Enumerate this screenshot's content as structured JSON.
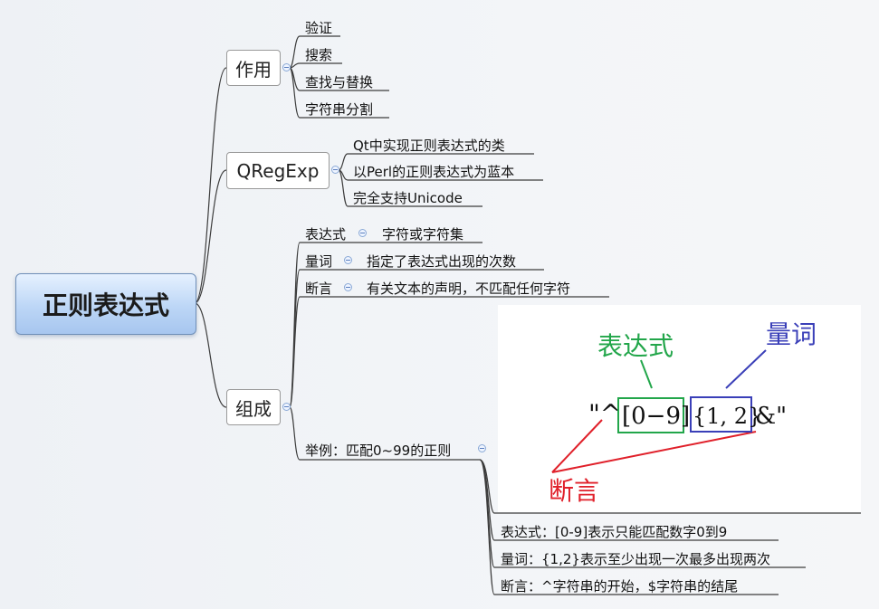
{
  "root": {
    "label": "正则表达式"
  },
  "branches": {
    "zuoyong": {
      "label": "作用",
      "items": [
        "验证",
        "搜索",
        "查找与替换",
        "字符串分割"
      ]
    },
    "qregexp": {
      "label": "QRegExp",
      "items": [
        "Qt中实现正则表达式的类",
        "以Perl的正则表达式为蓝本",
        "完全支持Unicode"
      ]
    },
    "zucheng": {
      "label": "组成",
      "parts": [
        {
          "label": "表达式",
          "detail": "字符或字符集"
        },
        {
          "label": "量词",
          "detail": "指定了表达式出现的次数"
        },
        {
          "label": "断言",
          "detail": "有关文本的声明，不匹配任何字符"
        }
      ],
      "example": {
        "label": "举例：匹配0~99的正则",
        "image": {
          "label_expr": "表达式",
          "label_quant": "量词",
          "label_assert": "断言",
          "regex_open": "\"^",
          "regex_class": "[0−9]",
          "regex_quant": "{1, 2}",
          "regex_close": "&\""
        },
        "notes": [
          "表达式：[0-9]表示只能匹配数字0到9",
          "量词：{1,2}表示至少出现一次最多出现两次",
          "断言：^字符串的开始，$字符串的结尾"
        ]
      }
    }
  },
  "colors": {
    "expr": "#22a64a",
    "quant": "#3a3fb8",
    "assert": "#e0202a"
  }
}
